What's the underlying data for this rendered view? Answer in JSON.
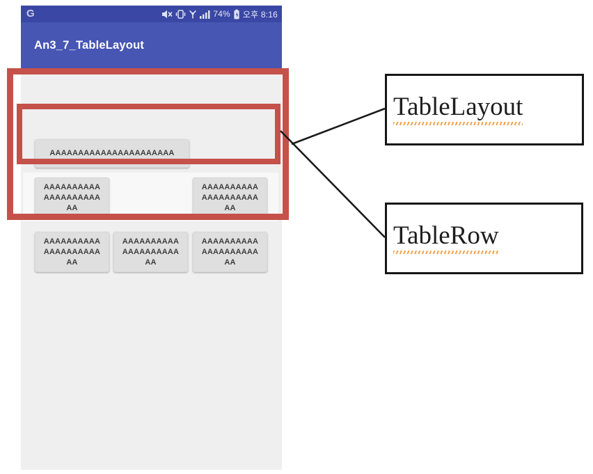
{
  "device": {
    "status_bar": {
      "logo": "G",
      "battery_percent": "74%",
      "time": "오후 8:16",
      "icons": [
        {
          "name": "mute-icon"
        },
        {
          "name": "vibrate-icon"
        },
        {
          "name": "antenna-icon"
        },
        {
          "name": "signal-strength-icon"
        },
        {
          "name": "battery-charging-icon"
        }
      ]
    },
    "app_bar": {
      "title": "An3_7_TableLayout"
    }
  },
  "table": {
    "rows": [
      {
        "buttons": [
          {
            "label": "AAAAAAAAAAAAAAAAAAAAAA"
          }
        ]
      },
      {
        "buttons": [
          {
            "label": "AAAAAAAAAA\nAAAAAAAAAA\nAA"
          },
          {
            "label": "AAAAAAAAAA\nAAAAAAAAAA\nAA"
          }
        ]
      },
      {
        "buttons": [
          {
            "label": "AAAAAAAAAA\nAAAAAAAAAA\nAA"
          },
          {
            "label": "AAAAAAAAAA\nAAAAAAAAAA\nAA"
          },
          {
            "label": "AAAAAAAAAA\nAAAAAAAAAA\nAA"
          }
        ]
      }
    ]
  },
  "annotations": {
    "callouts": [
      {
        "label": "TableLayout"
      },
      {
        "label": "TableRow"
      }
    ],
    "highlight_color": "#c5514b",
    "underline_color": "#f5a14b"
  },
  "colors": {
    "status_bar": "#3a47a4",
    "app_bar": "#4756b3",
    "content_bg": "#efefef",
    "button_bg": "#dfdfdf"
  }
}
